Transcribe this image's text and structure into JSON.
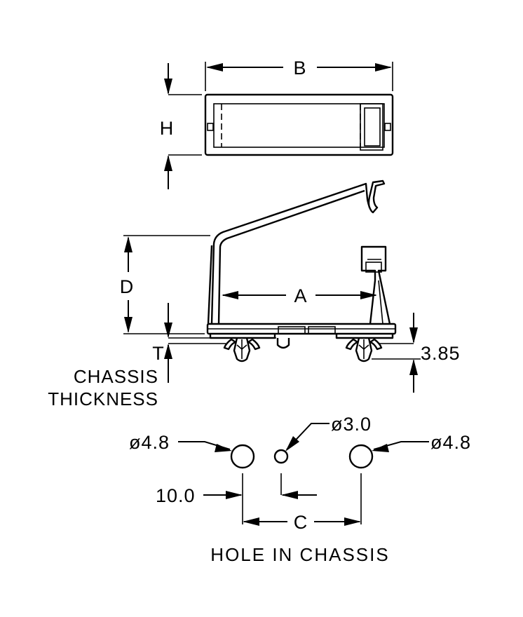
{
  "labels": {
    "B": "B",
    "H": "H",
    "D": "D",
    "A": "A",
    "T": "T",
    "C": "C",
    "height_385": "3.85",
    "chassis": "CHASSIS",
    "thickness": "THICKNESS",
    "hole_small": "ø3.0",
    "hole_left": "ø4.8",
    "hole_right": "ø4.8",
    "spacing": "10.0",
    "footer": "HOLE IN CHASSIS"
  }
}
